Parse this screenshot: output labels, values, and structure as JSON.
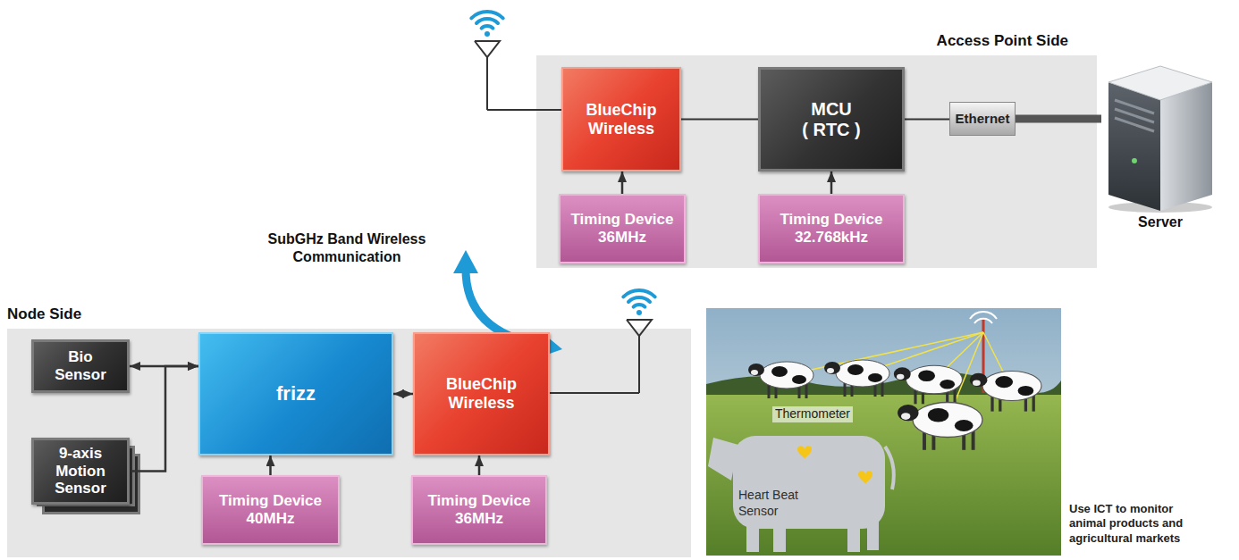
{
  "diagram": {
    "nodes": [
      {
        "text": [
          "Access Point Side"
        ]
      },
      {
        "text": [
          "BlueChip Wireless"
        ],
        "in": 0
      },
      {
        "text": [
          "MCU",
          "( RTC )"
        ],
        "in": 0
      },
      {
        "text": [
          "Ethernet"
        ],
        "in": 0
      },
      {
        "text": [
          "Timing Device 36MHz"
        ],
        "in": 0
      },
      {
        "text": [
          "Timing Device 32.768kHz"
        ],
        "in": 0
      },
      {
        "text": [
          "Server"
        ]
      },
      {
        "text": [
          "Node Side"
        ]
      },
      {
        "text": [
          "Bio Sensor"
        ],
        "in": 7
      },
      {
        "text": [
          "9-axis Motion Sensor"
        ],
        "in": 7
      },
      {
        "text": [
          "frizz"
        ],
        "in": 7
      },
      {
        "text": [
          "BlueChip Wireless"
        ],
        "in": 7
      },
      {
        "text": [
          "Timing Device 40MHz"
        ],
        "in": 7
      },
      {
        "text": [
          "Timing Device 36MHz"
        ],
        "in": 7
      }
    ],
    "edges": [
      {
        "from": 1,
        "to": 2,
        "arrow": "none"
      },
      {
        "from": 2,
        "to": 3,
        "arrow": "none"
      },
      {
        "from": 3,
        "to": 6,
        "arrow": "none"
      },
      {
        "from": 4,
        "to": 1,
        "arrow": "to"
      },
      {
        "from": 5,
        "to": 2,
        "arrow": "to"
      },
      {
        "from": 8,
        "to": 10,
        "arrow": "both"
      },
      {
        "from": 9,
        "to": 10,
        "arrow": "to"
      },
      {
        "from": 10,
        "to": 11,
        "arrow": "both"
      },
      {
        "from": 12,
        "to": 10,
        "arrow": "to"
      },
      {
        "from": 13,
        "to": 11,
        "arrow": "to"
      }
    ],
    "labels": [
      "SubGHz Band Wireless Communication",
      "Thermometer",
      "Heart Beat Sensor",
      "Use ICT to monitor animal products and agricultural markets"
    ]
  }
}
